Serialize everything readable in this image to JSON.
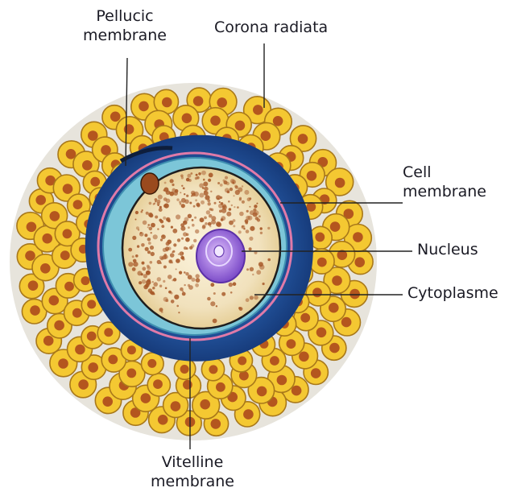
{
  "labels": {
    "pellucic": {
      "line1": "Pellucic",
      "line2": "membrane"
    },
    "corona": {
      "text": "Corona radiata"
    },
    "cell": {
      "line1": "Cell",
      "line2": "membrane"
    },
    "nucleus": {
      "text": "Nucleus"
    },
    "cytoplasme": {
      "text": "Cytoplasme"
    },
    "vitelline": {
      "line1": "Vitelline",
      "line2": "membrane"
    }
  },
  "colors": {
    "corona_cell_fill": "#f4c832",
    "corona_cell_stroke": "#a8781a",
    "corona_cell_nucleus": "#b4561e",
    "zona_pellucida": "#1e4e96",
    "perivitelline_space": "#7cc6d8",
    "vitelline_line": "#e07aa8",
    "cytoplasm": "#f0e2c0",
    "yolk_granules": "#a85a2a",
    "nucleus": "#9b6ad8",
    "leader_line": "#222222"
  }
}
